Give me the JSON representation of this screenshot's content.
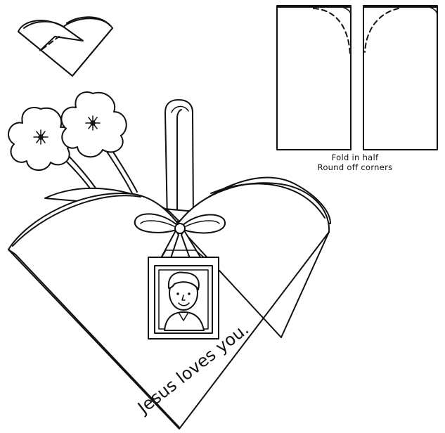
{
  "instructions": {
    "line1": "Fold in half",
    "line2": "Round off corners"
  },
  "card": {
    "message": "Jesus loves you."
  },
  "colors": {
    "ink": "#111111",
    "paper": "#ffffff"
  },
  "icons": [
    "small-heart-basket-icon",
    "folded-paper-icon",
    "flower-icon",
    "bow-icon",
    "boy-portrait-icon"
  ]
}
